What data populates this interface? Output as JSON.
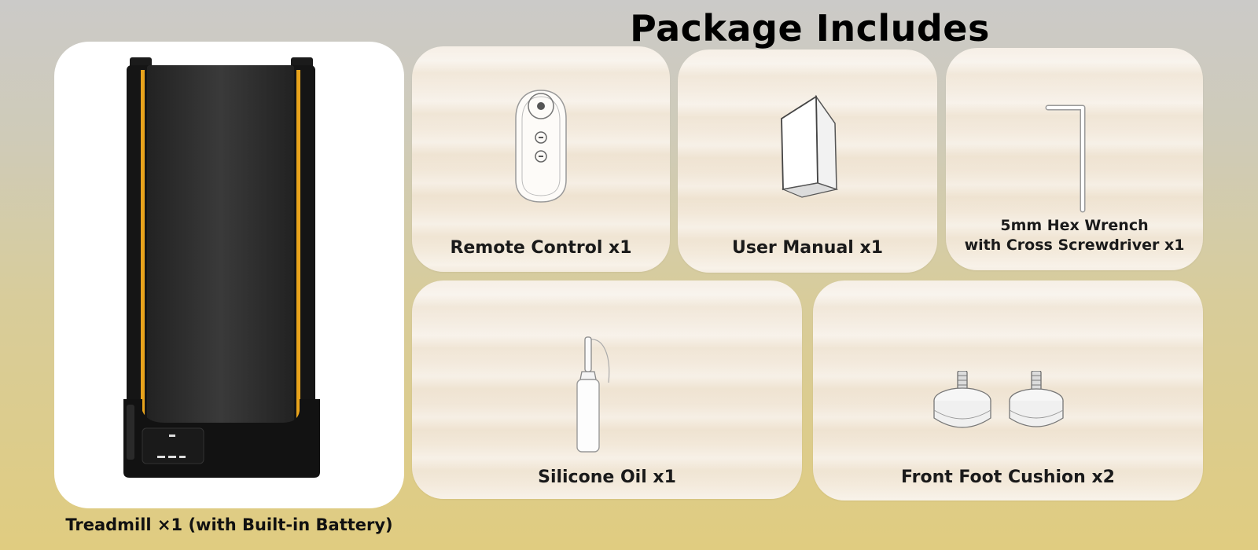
{
  "header": {
    "title": "Package Includes"
  },
  "items": {
    "treadmill": {
      "label": "Treadmill ×1 (with Built-in Battery)"
    },
    "remote": {
      "label": "Remote Control x1"
    },
    "manual": {
      "label": "User Manual x1"
    },
    "wrench": {
      "label_line1": "5mm Hex Wrench",
      "label_line2": "with Cross Screwdriver x1"
    },
    "oil": {
      "label": "Silicone Oil x1"
    },
    "cushion": {
      "label": "Front Foot Cushion x2"
    }
  },
  "colors": {
    "accent_stripe": "#e8a31c",
    "belt": "#2e2e2e",
    "frame": "#151515"
  }
}
